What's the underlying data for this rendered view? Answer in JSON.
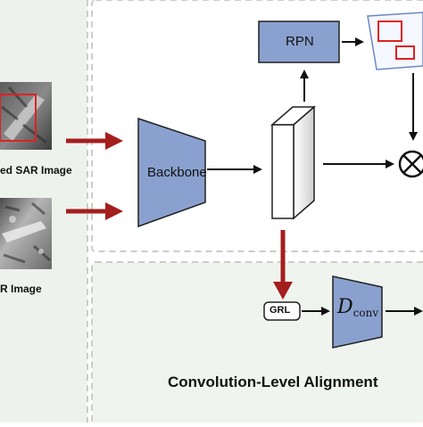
{
  "labels": {
    "sar_top": "ed SAR Image",
    "sar_bottom": "R Image",
    "backbone": "Backbone",
    "rpn": "RPN",
    "grl": "GRL",
    "dconv_main": "D",
    "dconv_sub": "conv",
    "section_title": "Convolution-Level Alignment"
  },
  "colors": {
    "block_fill": "#8aa1cf",
    "block_stroke": "#202020",
    "red_arrow": "#a41e1e",
    "black_arrow": "#111111",
    "panel_bg": "#f0f4ee",
    "panel_border": "#c9cec8",
    "detection_box": "#e02020",
    "sar_highlight": "#dd2222"
  },
  "icons": {
    "multiply": "circled-times-icon",
    "detections": "detection-boxes-icon"
  }
}
